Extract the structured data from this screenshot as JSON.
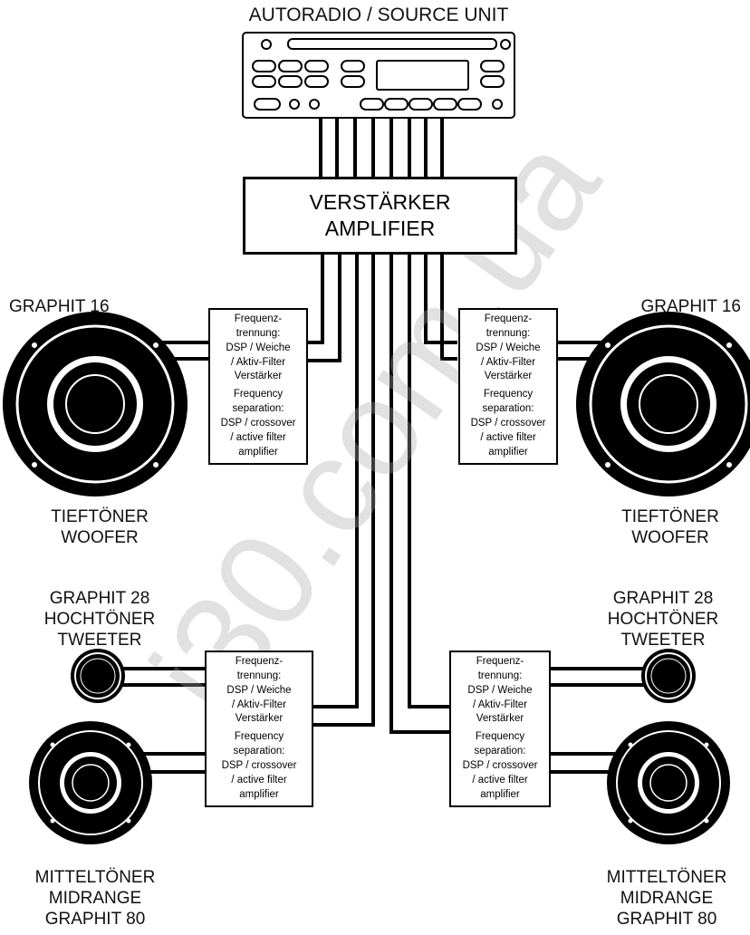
{
  "source_unit": {
    "label": "AUTORADIO / SOURCE UNIT"
  },
  "amplifier": {
    "line1": "VERSTÄRKER",
    "line2": "AMPLIFIER"
  },
  "crossover": {
    "de_1": "Frequenz-",
    "de_2": "trennung:",
    "de_3": "DSP / Weiche",
    "de_4": "/ Aktiv-Filter",
    "de_5": "Verstärker",
    "en_1": "Frequency",
    "en_2": "separation:",
    "en_3": "DSP / crossover",
    "en_4": "/ active filter",
    "en_5": "amplifier"
  },
  "woofer": {
    "model": "GRAPHIT 16",
    "name_de": "TIEFTÖNER",
    "name_en": "WOOFER"
  },
  "tweeter": {
    "model": "GRAPHIT 28",
    "name_de": "HOCHTÖNER",
    "name_en": "TWEETER"
  },
  "midrange": {
    "name_de": "MITTELTÖNER",
    "name_en": "MIDRANGE",
    "model": "GRAPHIT 80"
  },
  "watermark": "i30.com.ua",
  "colors": {
    "line": "#000000",
    "background": "#ffffff",
    "watermark": "#aaaaaa"
  }
}
